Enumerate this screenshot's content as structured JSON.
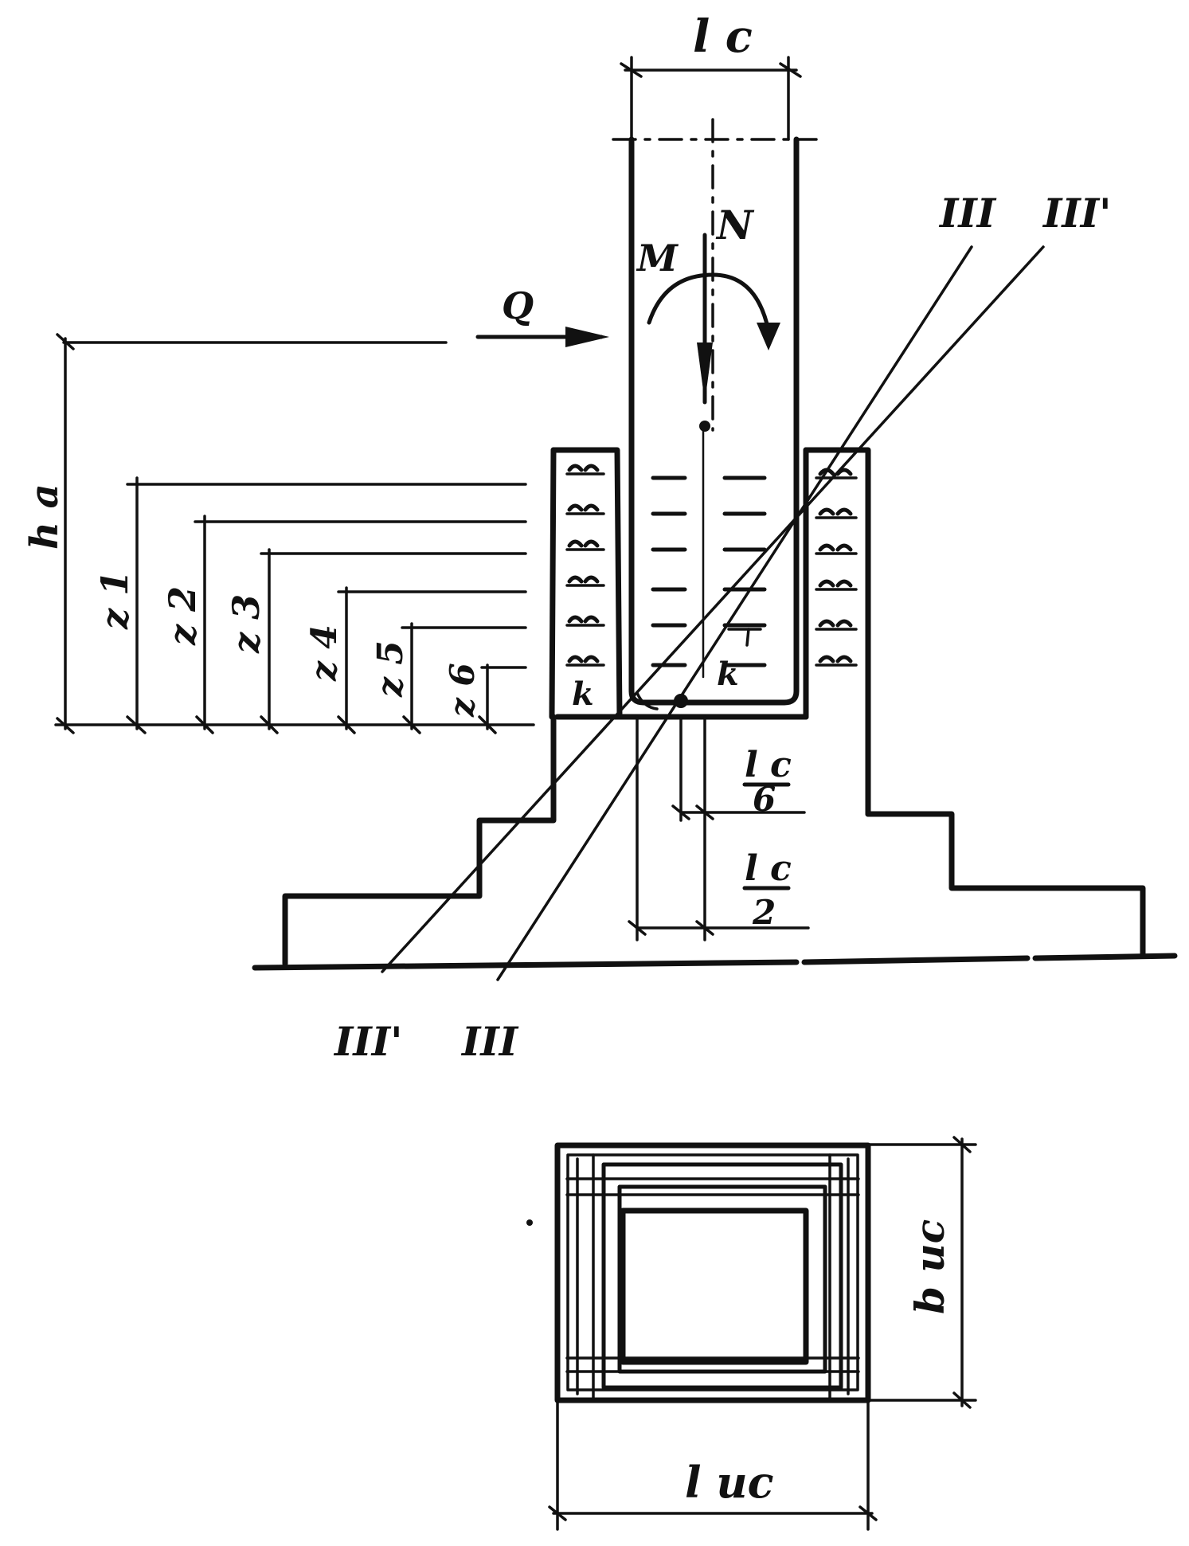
{
  "labels": {
    "lc_top": "l c",
    "N": "N",
    "M": "M",
    "Q": "Q",
    "III_top": "III",
    "III_prime_top": "III'",
    "III_bottom": "III",
    "III_prime_bottom": "III'",
    "h_a": "h a",
    "z1": "z 1",
    "z2": "z 2",
    "z3": "z 3",
    "z4": "z 4",
    "z5": "z 5",
    "z6": "z 6",
    "k_left": "k",
    "k_right": "k",
    "lc6_num": "l c",
    "lc6_den": "6",
    "lc2_num": "l c",
    "lc2_den": "2",
    "b_uc": "b uc",
    "l_uc": "l uc"
  }
}
